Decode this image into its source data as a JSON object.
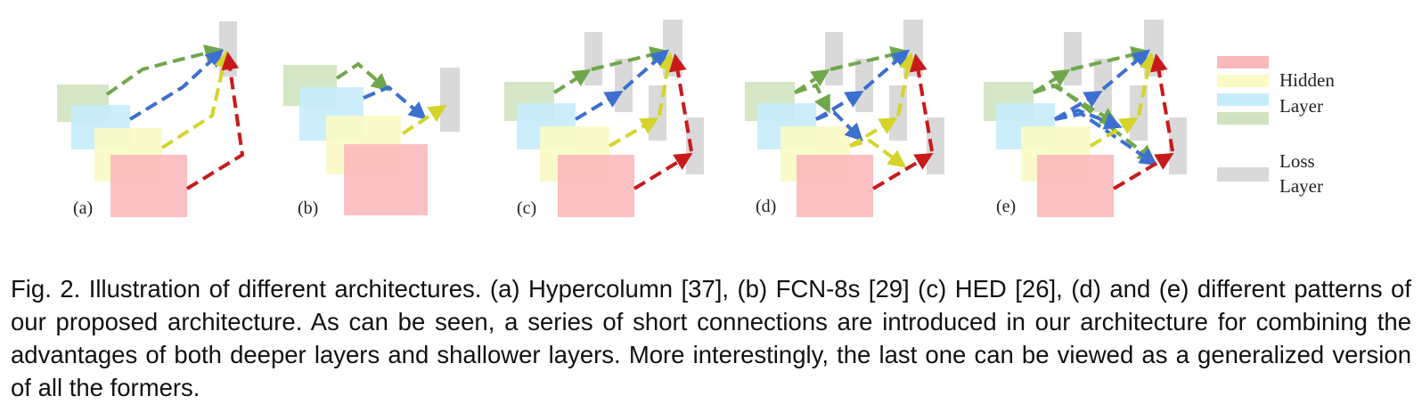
{
  "figure": {
    "panels": [
      {
        "id": "a",
        "label": "(a)"
      },
      {
        "id": "b",
        "label": "(b)"
      },
      {
        "id": "c",
        "label": "(c)"
      },
      {
        "id": "d",
        "label": "(d)"
      },
      {
        "id": "e",
        "label": "(e)"
      }
    ],
    "legend": {
      "hidden_line1": "Hidden",
      "hidden_line2": "Layer",
      "loss_line1": "Loss",
      "loss_line2": "Layer"
    },
    "colors": {
      "green_layer": "#cfe3bf",
      "blue_layer": "#c6ecfa",
      "yellow_layer": "#fbfac4",
      "pink_layer": "#fbb9bb",
      "loss_layer": "#d9d9d9",
      "green_arrow": "#6fa84a",
      "blue_arrow": "#3d6fd0",
      "yellow_arrow": "#d4d42a",
      "red_arrow": "#c81a1a"
    }
  },
  "caption": "Fig. 2. Illustration of different architectures. (a) Hypercolumn [37], (b) FCN-8s [29] (c) HED [26], (d) and (e) different patterns of our proposed architecture. As can be seen, a series of short connections are introduced in our architecture for combining the advantages of both deeper layers and shallower layers. More interestingly, the last one can be viewed as a generalized version of all the formers."
}
